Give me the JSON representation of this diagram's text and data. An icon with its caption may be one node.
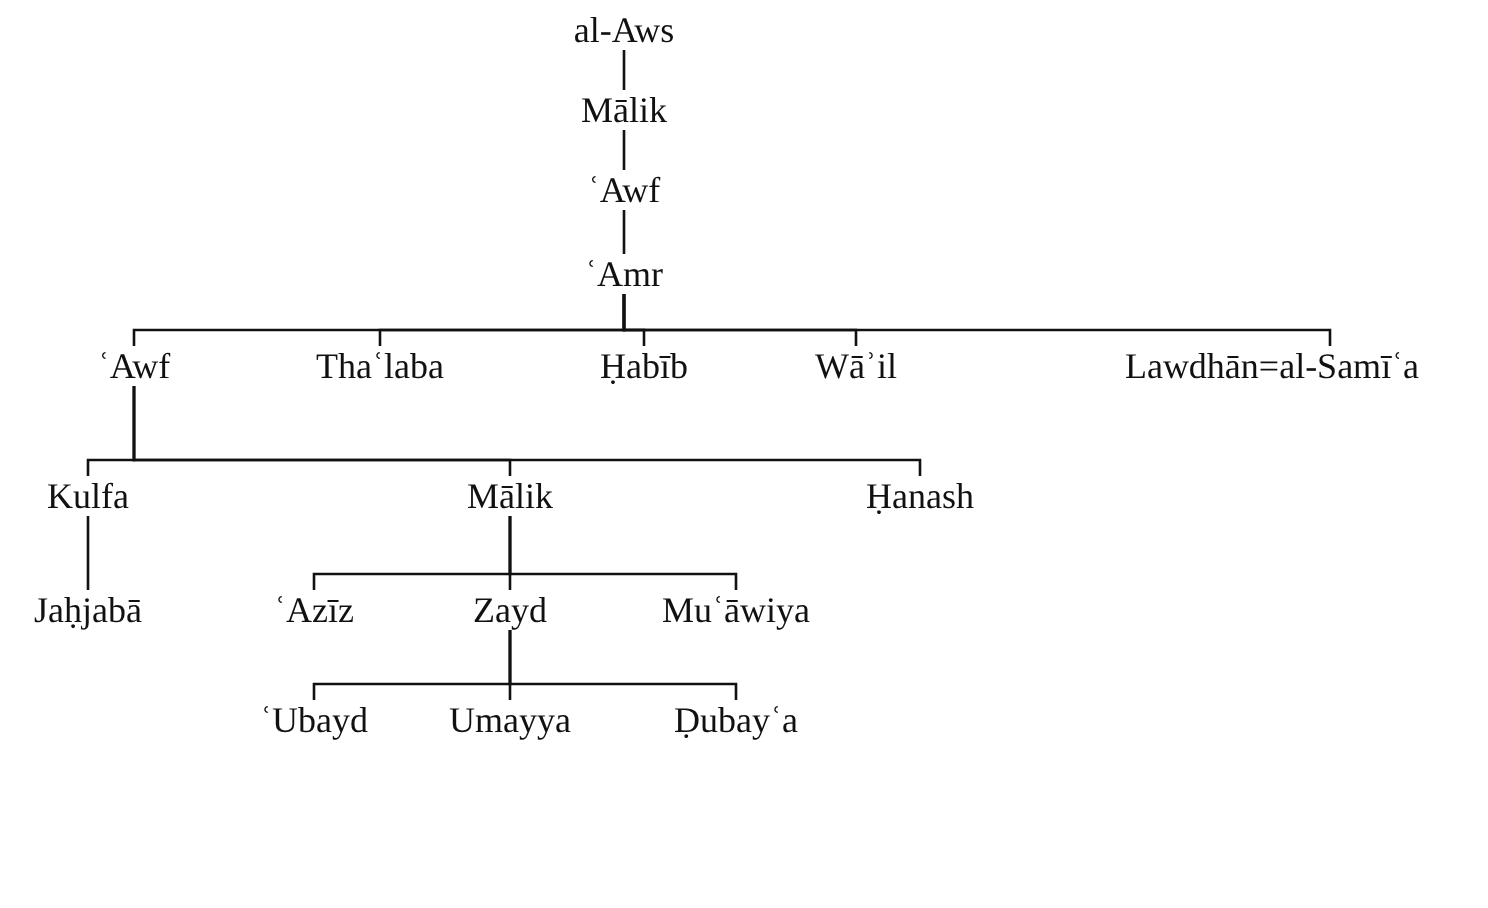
{
  "diagram": {
    "nodes": [
      {
        "text": [
          "al-Aws"
        ]
      },
      {
        "text": [
          "Mālik"
        ]
      },
      {
        "text": [
          "ʿAwf"
        ]
      },
      {
        "text": [
          "ʿAmr"
        ]
      },
      {
        "text": [
          "ʿAwf"
        ]
      },
      {
        "text": [
          "Thaʿlaba"
        ]
      },
      {
        "text": [
          "Ḥabīb"
        ]
      },
      {
        "text": [
          "Wāʾil"
        ]
      },
      {
        "text": [
          "Lawdhān=al-Samīʿa"
        ]
      },
      {
        "text": [
          "Kulfa"
        ]
      },
      {
        "text": [
          "Mālik"
        ]
      },
      {
        "text": [
          "Ḥanash"
        ]
      },
      {
        "text": [
          "Jaḥjabā"
        ]
      },
      {
        "text": [
          "ʿAzīz"
        ]
      },
      {
        "text": [
          "Zayd"
        ]
      },
      {
        "text": [
          "Muʿāwiya"
        ]
      },
      {
        "text": [
          "ʿUbayd"
        ]
      },
      {
        "text": [
          "Umayya"
        ]
      },
      {
        "text": [
          "Ḍubayʿa"
        ]
      }
    ],
    "edges": [
      {
        "from": 0,
        "to": 1,
        "arrow": "none"
      },
      {
        "from": 1,
        "to": 2,
        "arrow": "none"
      },
      {
        "from": 2,
        "to": 3,
        "arrow": "none"
      },
      {
        "from": 3,
        "to": 4,
        "arrow": "none"
      },
      {
        "from": 3,
        "to": 5,
        "arrow": "none"
      },
      {
        "from": 3,
        "to": 6,
        "arrow": "none"
      },
      {
        "from": 3,
        "to": 7,
        "arrow": "none"
      },
      {
        "from": 3,
        "to": 8,
        "arrow": "none"
      },
      {
        "from": 4,
        "to": 9,
        "arrow": "none"
      },
      {
        "from": 4,
        "to": 10,
        "arrow": "none"
      },
      {
        "from": 4,
        "to": 11,
        "arrow": "none"
      },
      {
        "from": 9,
        "to": 12,
        "arrow": "none"
      },
      {
        "from": 10,
        "to": 13,
        "arrow": "none"
      },
      {
        "from": 10,
        "to": 14,
        "arrow": "none"
      },
      {
        "from": 10,
        "to": 15,
        "arrow": "none"
      },
      {
        "from": 14,
        "to": 16,
        "arrow": "none"
      },
      {
        "from": 14,
        "to": 17,
        "arrow": "none"
      },
      {
        "from": 14,
        "to": 18,
        "arrow": "none"
      }
    ]
  }
}
